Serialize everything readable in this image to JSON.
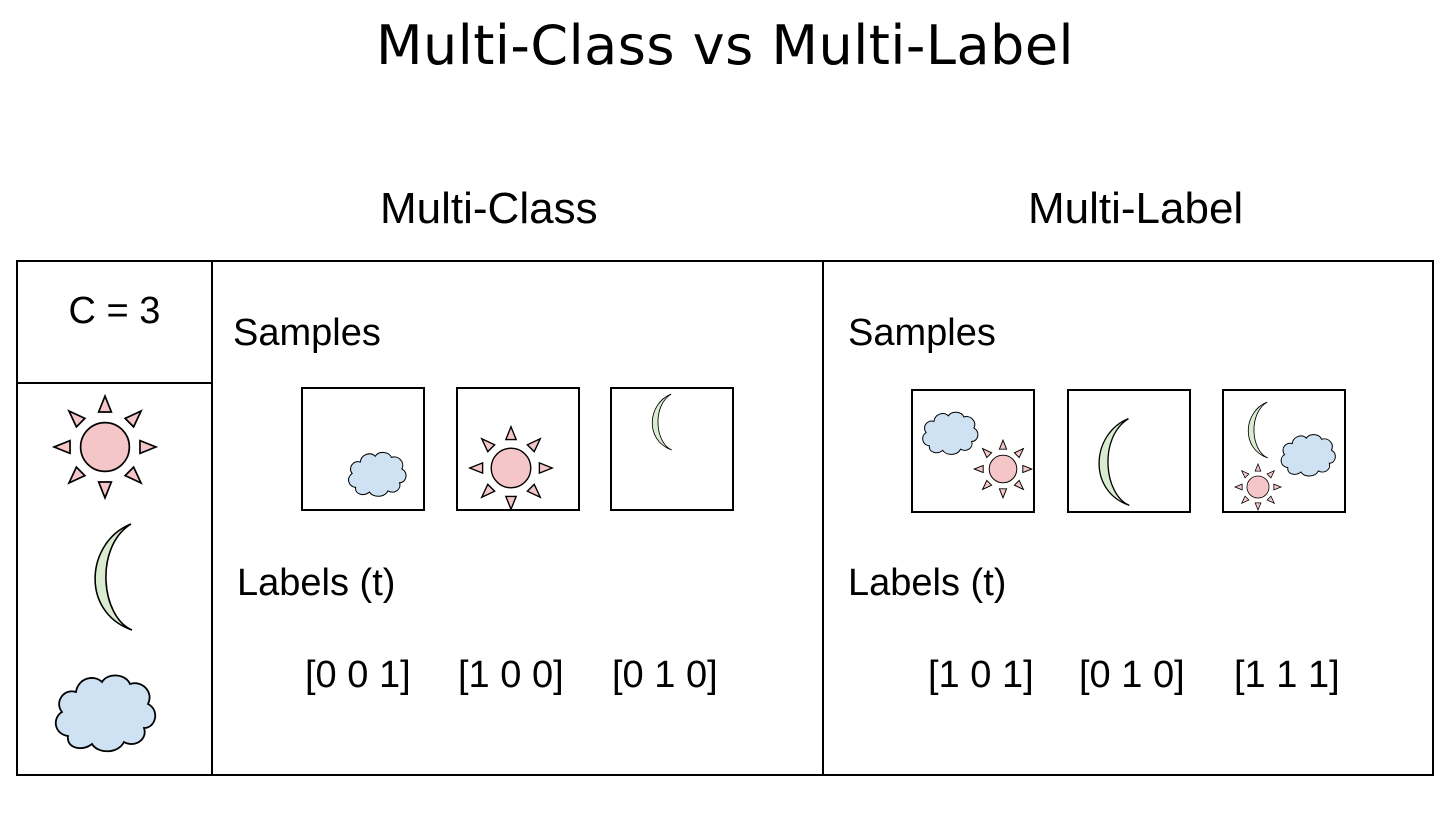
{
  "title": "Multi-Class vs Multi-Label",
  "legend": {
    "c_label": "C = 3",
    "classes": [
      "sun-icon",
      "moon-icon",
      "cloud-icon"
    ]
  },
  "multiclass": {
    "heading": "Multi-Class",
    "samples_label": "Samples",
    "labels_label": "Labels (t)",
    "labels": [
      "[0 0 1]",
      "[1 0 0]",
      "[0 1 0]"
    ]
  },
  "multilabel": {
    "heading": "Multi-Label",
    "samples_label": "Samples",
    "labels_label": "Labels (t)",
    "labels": [
      "[1 0 1]",
      "[0 1 0]",
      "[1 1 1]"
    ]
  },
  "colors": {
    "sun_fill": "#f4c6c8",
    "moon_fill": "#d9ecd0",
    "cloud_fill": "#cfe2f3",
    "stroke": "#000000"
  }
}
